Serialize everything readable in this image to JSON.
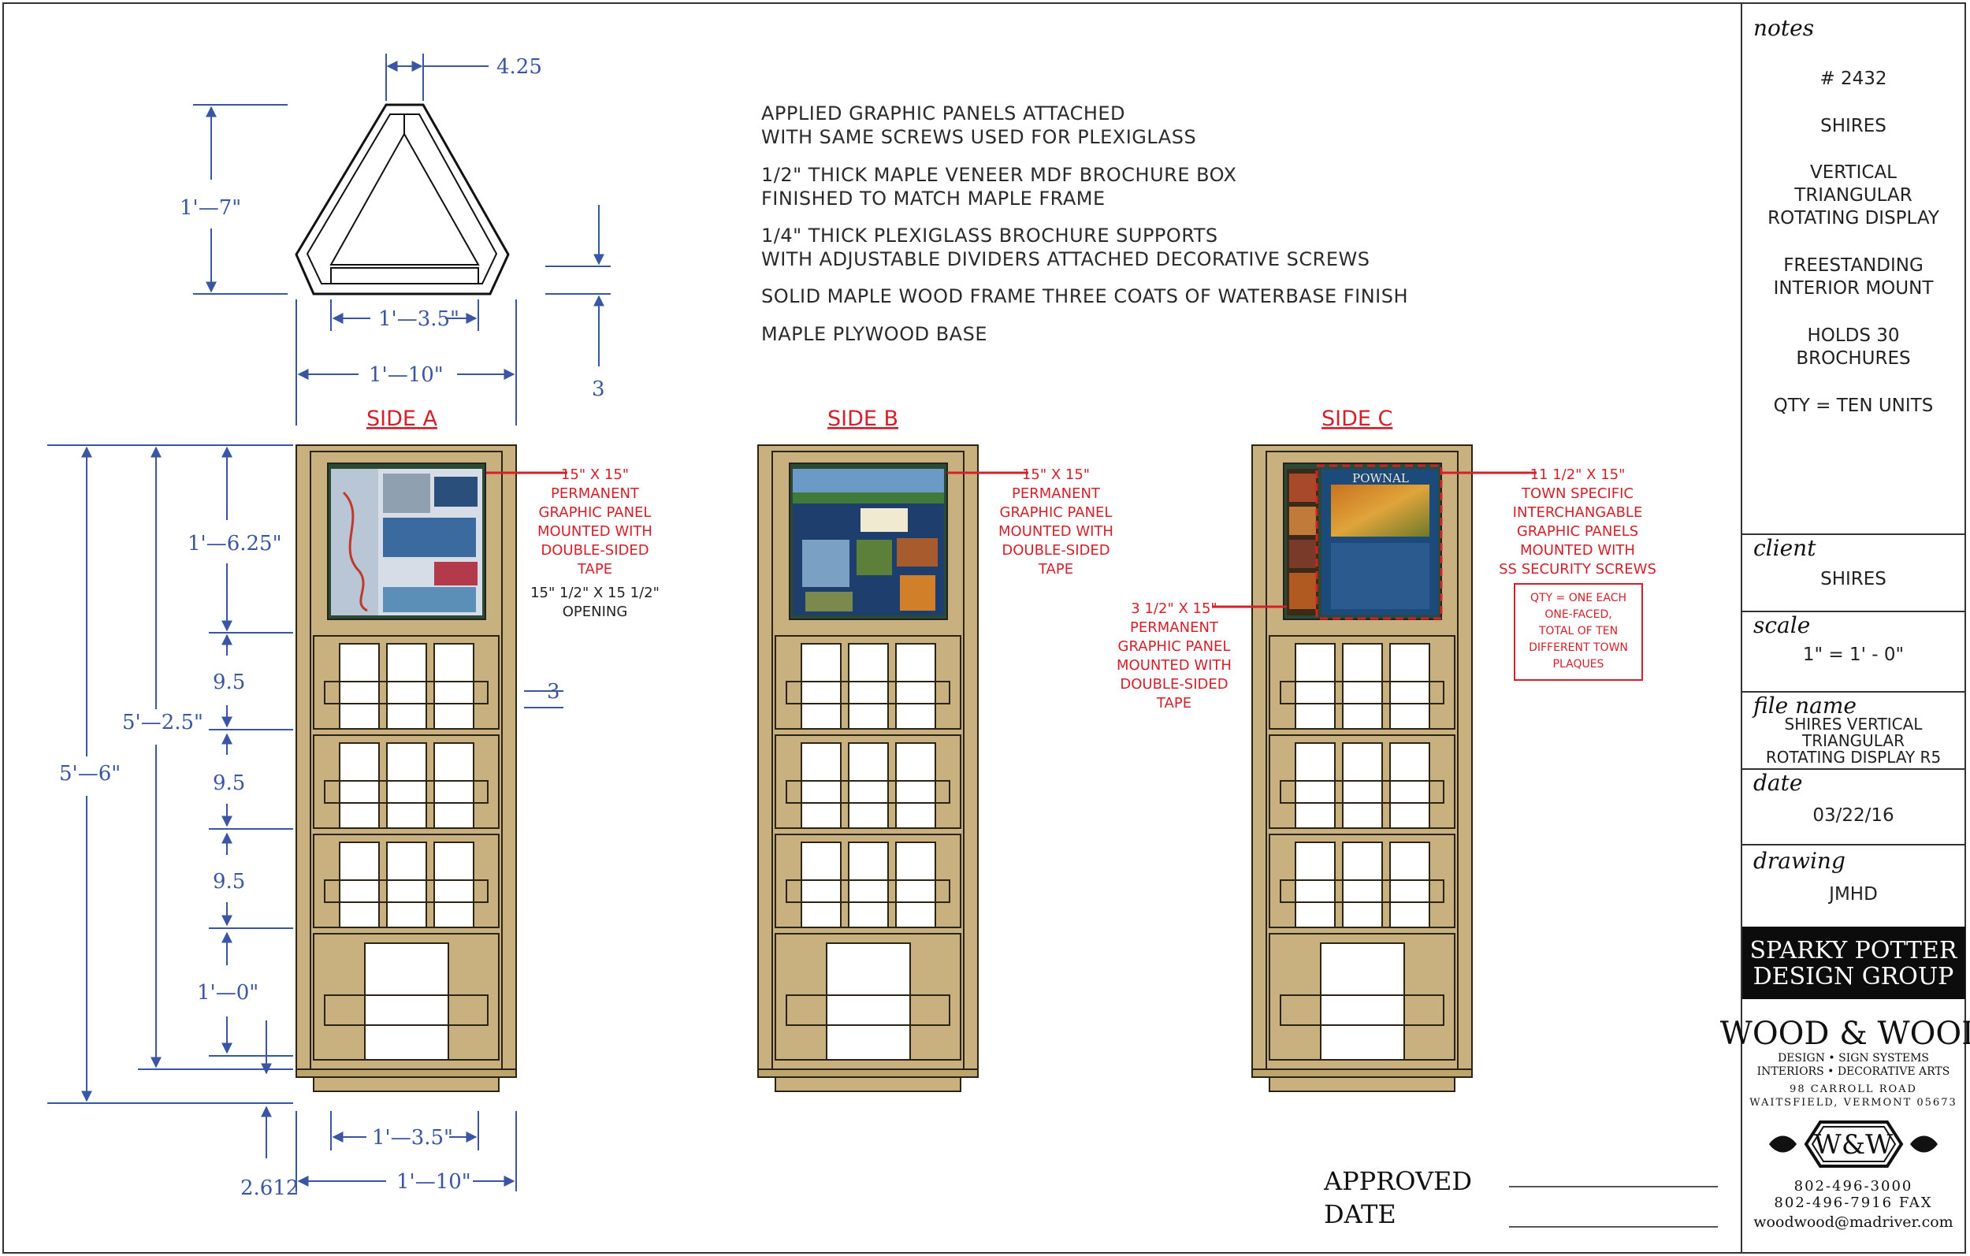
{
  "specs": [
    "APPLIED GRAPHIC PANELS ATTACHED",
    "WITH SAME SCREWS USED FOR PLEXIGLASS",
    "1/2\" THICK MAPLE VENEER MDF BROCHURE BOX",
    "FINISHED TO MATCH MAPLE FRAME",
    "1/4\" THICK PLEXIGLASS BROCHURE SUPPORTS",
    "WITH ADJUSTABLE DIVIDERS ATTACHED DECORATIVE SCREWS",
    "SOLID MAPLE WOOD FRAME THREE COATS OF WATERBASE FINISH",
    "MAPLE PLYWOOD BASE"
  ],
  "plan": {
    "top_width": "4.25",
    "height": "1'—7\"",
    "inner_width": "1'—3.5\"",
    "outer_width": "1'—10\"",
    "depth": "3"
  },
  "elevation": {
    "overall": "5'—6\"",
    "body": "5'—2.5\"",
    "panel": "1'—6.25\"",
    "shelf1": "9.5",
    "shelf2": "9.5",
    "shelf3": "9.5",
    "bottom": "1'—0\"",
    "side_depth": "3",
    "base": "2.612",
    "inner_width": "1'—3.5\"",
    "outer_width": "1'—10\""
  },
  "sides": {
    "a": "SIDE A",
    "b": "SIDE B",
    "c": "SIDE C"
  },
  "callouts": {
    "a_size": "15\" X 15\"",
    "a_lines": [
      "PERMANENT",
      "GRAPHIC PANEL",
      "MOUNTED WITH",
      "DOUBLE-SIDED",
      "TAPE"
    ],
    "a_open1": "15\" 1/2\" X 15 1/2\"",
    "a_open2": "OPENING",
    "b_size": "15\" X 15\"",
    "b_lines": [
      "PERMANENT",
      "GRAPHIC PANEL",
      "MOUNTED WITH",
      "DOUBLE-SIDED",
      "TAPE"
    ],
    "c_left_size": "3 1/2\" X 15\"",
    "c_left_lines": [
      "PERMANENT",
      "GRAPHIC PANEL",
      "MOUNTED WITH",
      "DOUBLE-SIDED",
      "TAPE"
    ],
    "c_right_size": "11 1/2\" X 15\"",
    "c_right_lines": [
      "TOWN SPECIFIC",
      "INTERCHANGABLE",
      "GRAPHIC PANELS",
      "MOUNTED WITH",
      "SS SECURITY SCREWS"
    ],
    "qty_box": [
      "QTY = ONE EACH",
      "ONE-FACED,",
      "TOTAL OF TEN",
      "DIFFERENT TOWN",
      "PLAQUES"
    ]
  },
  "panel_c_title": "POWNAL",
  "title_block": {
    "notes_label": "notes",
    "notes": [
      "# 2432",
      "SHIRES",
      "VERTICAL",
      "TRIANGULAR",
      "ROTATING DISPLAY",
      "FREESTANDING",
      "INTERIOR MOUNT",
      "HOLDS 30",
      "BROCHURES",
      "QTY = TEN UNITS"
    ],
    "client_label": "client",
    "client": "SHIRES",
    "scale_label": "scale",
    "scale": "1\" = 1' - 0\"",
    "file_label": "file  name",
    "file_name": [
      "SHIRES VERTICAL",
      "TRIANGULAR",
      "ROTATING DISPLAY R5"
    ],
    "date_label": "date",
    "date": "03/22/16",
    "drawing_label": "drawing",
    "drawing": "JMHD",
    "banner": [
      "SPARKY POTTER",
      "DESIGN GROUP"
    ],
    "company": "WOOD & WOOD",
    "company_sub1": "DESIGN • SIGN SYSTEMS",
    "company_sub2": "INTERIORS • DECORATIVE ARTS",
    "address1": "98 CARROLL ROAD",
    "address2": "WAITSFIELD, VERMONT 05673",
    "logo": "W&W",
    "phone": "802-496-3000",
    "fax": "802-496-7916 FAX",
    "email": "woodwood@madriver.com"
  },
  "approval": {
    "approved": "APPROVED",
    "date": "DATE"
  },
  "colors": {
    "dimension": "#3a55a4",
    "callout": "#d4202a",
    "wood": "#c8b17e"
  }
}
